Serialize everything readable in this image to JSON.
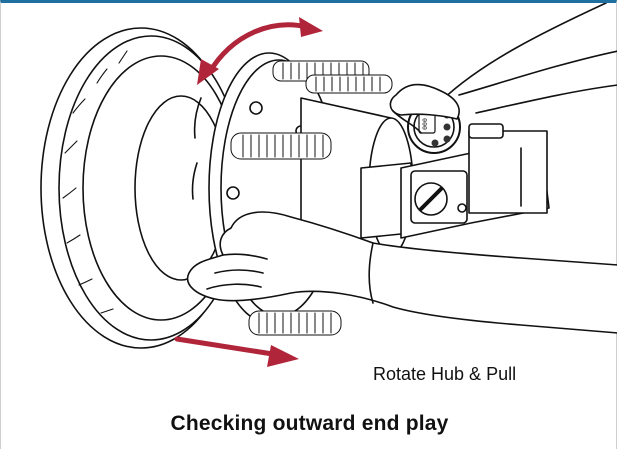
{
  "callout_label": "Rotate Hub & Pull",
  "caption": "Checking outward end play",
  "gauge_readout": "000",
  "colors": {
    "frame_border": "#1f6f9f",
    "arrow": "#b0253a",
    "line_art": "#111111"
  },
  "icons": [
    "rotation-arrow-icon",
    "pull-arrow-icon",
    "dial-indicator-icon"
  ]
}
